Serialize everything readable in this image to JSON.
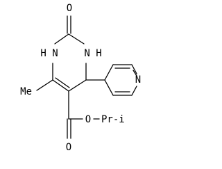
{
  "structure": {
    "atoms": {
      "carbonyl_o": "O",
      "n_top_left": "H N",
      "n_top_right": "N H",
      "n_pyridine": "N",
      "ester_o_double": "O",
      "ester_o_single": "O",
      "ipr_group": "Pr-i"
    },
    "alt_labels": {
      "methyl": "Me"
    },
    "colors": {
      "line": "#000000",
      "background": "#ffffff"
    }
  }
}
